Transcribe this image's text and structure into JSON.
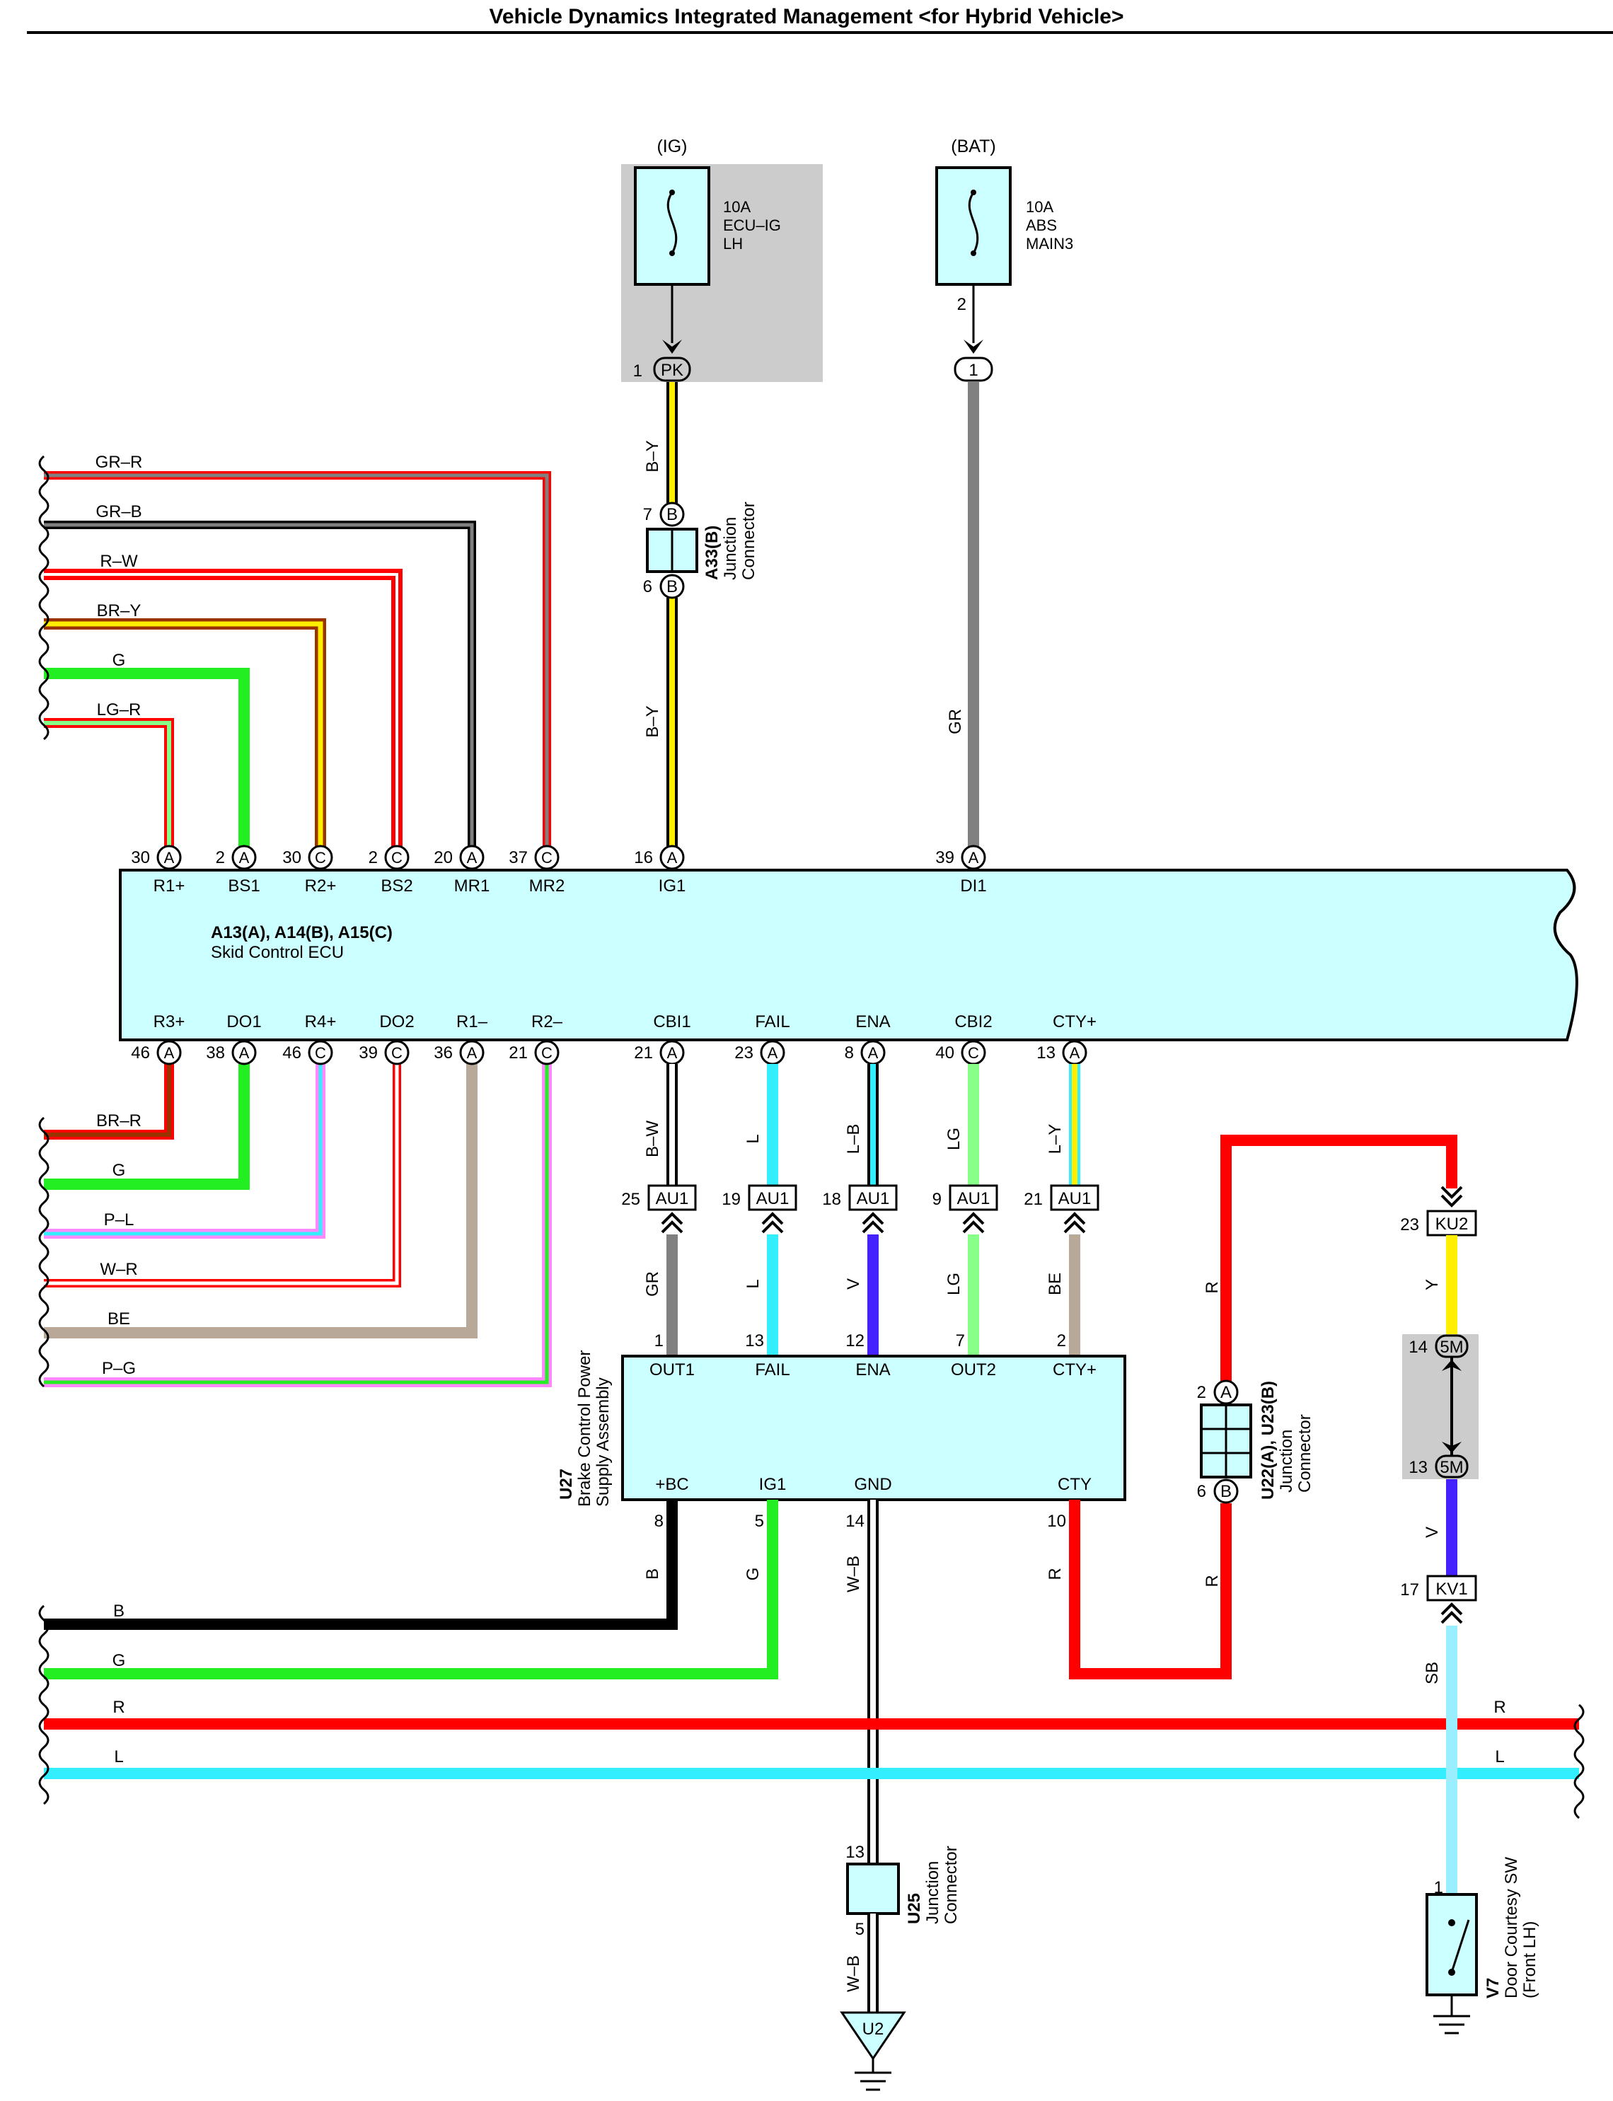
{
  "title": "Vehicle Dynamics Integrated Management <for Hybrid Vehicle>",
  "colors": {
    "box_fill": "#ccffff",
    "shade": "#cccccc",
    "red": "#ff0000",
    "green": "#22ee22",
    "yellow": "#ffee00",
    "gray": "#808080",
    "cyan": "#33eeff",
    "lightgreen": "#88ff88",
    "violet": "#4422ff",
    "beige": "#b8a898",
    "brown": "#993300",
    "pink": "#ff88ff",
    "lightblue": "#99eeff",
    "white": "#ffffff",
    "black": "#000000"
  },
  "fuses": {
    "ig": {
      "header": "(IG)",
      "rating": "10A",
      "name1": "ECU–IG",
      "name2": "LH"
    },
    "bat": {
      "header": "(BAT)",
      "rating": "10A",
      "name1": "ABS",
      "name2": "MAIN3",
      "pin": "2"
    }
  },
  "ecu": {
    "code": "A13(A), A14(B), A15(C)",
    "name": "Skid Control ECU",
    "top_pins": [
      {
        "num": "30",
        "conn": "A",
        "name": "R1+"
      },
      {
        "num": "2",
        "conn": "A",
        "name": "BS1"
      },
      {
        "num": "30",
        "conn": "C",
        "name": "R2+"
      },
      {
        "num": "2",
        "conn": "C",
        "name": "BS2"
      },
      {
        "num": "20",
        "conn": "A",
        "name": "MR1"
      },
      {
        "num": "37",
        "conn": "C",
        "name": "MR2"
      },
      {
        "num": "16",
        "conn": "A",
        "name": "IG1"
      },
      {
        "num": "39",
        "conn": "A",
        "name": "DI1"
      }
    ],
    "bottom_pins": [
      {
        "num": "46",
        "conn": "A",
        "name": "R3+"
      },
      {
        "num": "38",
        "conn": "A",
        "name": "DO1"
      },
      {
        "num": "46",
        "conn": "C",
        "name": "R4+"
      },
      {
        "num": "39",
        "conn": "C",
        "name": "DO2"
      },
      {
        "num": "36",
        "conn": "A",
        "name": "R1–"
      },
      {
        "num": "21",
        "conn": "C",
        "name": "R2–"
      },
      {
        "num": "21",
        "conn": "A",
        "name": "CBI1"
      },
      {
        "num": "23",
        "conn": "A",
        "name": "FAIL"
      },
      {
        "num": "8",
        "conn": "A",
        "name": "ENA"
      },
      {
        "num": "40",
        "conn": "C",
        "name": "CBI2"
      },
      {
        "num": "13",
        "conn": "A",
        "name": "CTY+"
      }
    ]
  },
  "left_wires_top": [
    "GR–R",
    "GR–B",
    "R–W",
    "BR–Y",
    "G",
    "LG–R"
  ],
  "left_wires_bottom": [
    "BR–R",
    "G",
    "P–L",
    "W–R",
    "BE",
    "P–G"
  ],
  "ig_path": {
    "pk_num": "1",
    "pk_label": "PK",
    "wire1": "B–Y",
    "wire2": "B–Y",
    "a33_code": "A33(B)",
    "a33_line1": "Junction",
    "a33_line2": "Connector",
    "a33_pin_top": "7",
    "a33_pin_bot": "6",
    "a33_conn": "B"
  },
  "bat_path": {
    "conn_num": "1",
    "wire": "GR"
  },
  "au1": [
    {
      "num": "25",
      "label": "AU1",
      "upper": "B–W",
      "lower": "GR",
      "bpin": "1"
    },
    {
      "num": "19",
      "label": "AU1",
      "upper": "L",
      "lower": "L",
      "bpin": "13"
    },
    {
      "num": "18",
      "label": "AU1",
      "upper": "L–B",
      "lower": "V",
      "bpin": "12"
    },
    {
      "num": "9",
      "label": "AU1",
      "upper": "LG",
      "lower": "LG",
      "bpin": "7"
    },
    {
      "num": "21",
      "label": "AU1",
      "upper": "L–Y",
      "lower": "BE",
      "bpin": "2"
    }
  ],
  "u27": {
    "code": "U27",
    "line1": "Brake Control Power",
    "line2": "Supply Assembly",
    "top_pins": [
      "OUT1",
      "FAIL",
      "ENA",
      "OUT2",
      "CTY+"
    ],
    "bottom_pins": [
      "+BC",
      "IG1",
      "GND",
      "CTY"
    ],
    "bottom_nums": [
      "8",
      "5",
      "14",
      "10"
    ],
    "bottom_wires": [
      "B",
      "G",
      "W–B",
      "R"
    ]
  },
  "u22": {
    "code": "U22(A), U23(B)",
    "line1": "Junction",
    "line2": "Connector",
    "pin_top": "2",
    "conn_top": "A",
    "pin_bot": "6",
    "conn_bot": "B",
    "wire_top": "R",
    "wire_bot": "R"
  },
  "ku2": {
    "num": "23",
    "label": "KU2",
    "wire": "Y"
  },
  "c5m": {
    "num_top": "14",
    "num_bot": "13",
    "label": "5M",
    "wire": "V"
  },
  "kv1": {
    "num": "17",
    "label": "KV1",
    "wire": "SB"
  },
  "bus": {
    "b": "B",
    "g": "G",
    "r": "R",
    "l": "L"
  },
  "u25": {
    "code": "U25",
    "line1": "Junction",
    "line2": "Connector",
    "pin_top": "13",
    "pin_bot": "5",
    "wire": "W–B",
    "ground": "U2"
  },
  "v7": {
    "code": "V7",
    "line1": "Door Courtesy SW",
    "line2": "(Front LH)",
    "pin": "1"
  }
}
